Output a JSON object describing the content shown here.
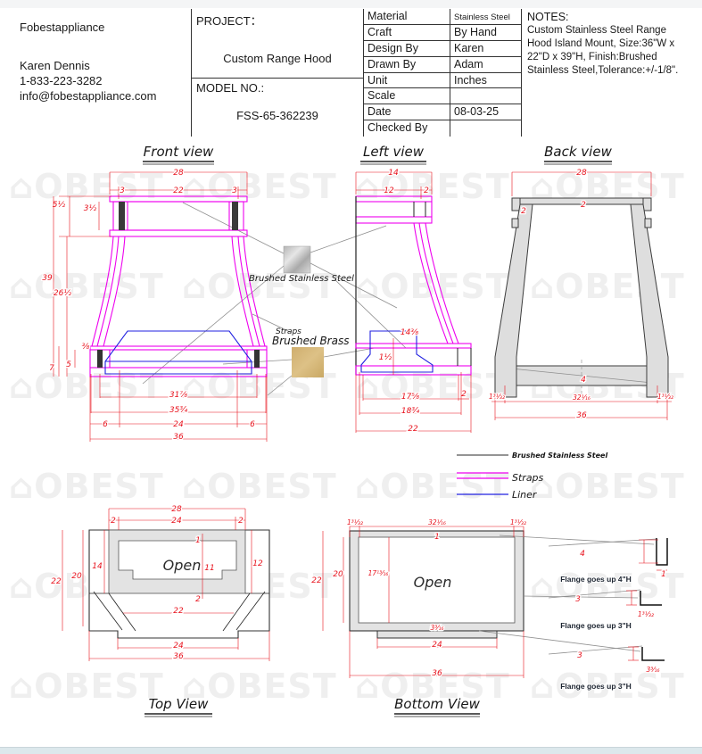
{
  "title_block": {
    "company": {
      "name": "Fobestappliance",
      "contact_name": "Karen Dennis",
      "phone": "1-833-223-3282",
      "email": "info@fobestappliance.com"
    },
    "project_label": "PROJECT：",
    "project_value": "Custom Range Hood",
    "model_label": "MODEL NO.:",
    "model_value": "FSS-65-362239",
    "fields": [
      {
        "label": "Material",
        "value": "Stainless Steel"
      },
      {
        "label": "Craft",
        "value": "By Hand"
      },
      {
        "label": "Design By",
        "value": "Karen"
      },
      {
        "label": "Drawn By",
        "value": "Adam"
      },
      {
        "label": "Unit",
        "value": "Inches"
      },
      {
        "label": "Scale",
        "value": ""
      },
      {
        "label": "Date",
        "value": "08-03-25"
      },
      {
        "label": "Checked By",
        "value": ""
      }
    ],
    "notes_label": "NOTES:",
    "notes_text": "Custom Stainless Steel Range Hood Island Mount, Size:36\"W x 22\"D x 39\"H, Finish:Brushed Stainless Steel,Tolerance:+/-1/8\"."
  },
  "views": {
    "front": {
      "title": "Front view",
      "dims": [
        "28",
        "3",
        "22",
        "3",
        "5½",
        "3½",
        "39",
        "26½",
        "⅜",
        "7",
        "5",
        "31⅞",
        "35¾",
        "6",
        "24",
        "6",
        "36"
      ]
    },
    "left": {
      "title": "Left view",
      "dims": [
        "14",
        "12",
        "2",
        "14⅜",
        "1½",
        "17⅝",
        "18¾",
        "2",
        "22"
      ]
    },
    "back": {
      "title": "Back view",
      "dims": [
        "28",
        "2",
        "2",
        "4",
        "1³¹⁄₃₂",
        "32¹⁄₁₆",
        "1³¹⁄₃₂",
        "36"
      ]
    },
    "top": {
      "title": "Top View",
      "open_label": "Open",
      "dims": [
        "28",
        "2",
        "24",
        "2",
        "1",
        "11",
        "2",
        "22",
        "14",
        "20",
        "22",
        "12",
        "24",
        "36"
      ]
    },
    "bottom": {
      "title": "Bottom View",
      "open_label": "Open",
      "dims": [
        "1³¹⁄₃₂",
        "32¹⁄₁₆",
        "1³¹⁄₃₂",
        "1",
        "17¹³⁄₁₆",
        "3³⁄₁₆",
        "22",
        "20",
        "24",
        "36"
      ]
    }
  },
  "materials": {
    "steel_label": "Brushed Stainless Steel",
    "straps_label_line1": "Straps",
    "straps_label_line2": "Brushed Brass",
    "steel_color": "#c9c9c9",
    "brass_color": "#d7b97c"
  },
  "legend": {
    "items": [
      {
        "label": "Brushed Stainless Steel"
      },
      {
        "label": "Straps"
      },
      {
        "label": "Liner"
      }
    ]
  },
  "flange_details": [
    {
      "height_dim": "4",
      "width_dim": "1",
      "caption": "Flange goes up 4\"H"
    },
    {
      "height_dim": "3",
      "width_dim": "1³¹⁄₃₂",
      "caption": "Flange goes up 3\"H"
    },
    {
      "height_dim": "3",
      "width_dim": "3³⁄₁₆",
      "caption": "Flange goes up 3\"H"
    }
  ],
  "watermark": {
    "logo": "⌂",
    "text": "OBEST"
  },
  "colors": {
    "straps_line": "#ee00ee",
    "liner_line": "#2020e0",
    "dimension_red": "#e8111c",
    "steel_fill": "#dedede"
  }
}
